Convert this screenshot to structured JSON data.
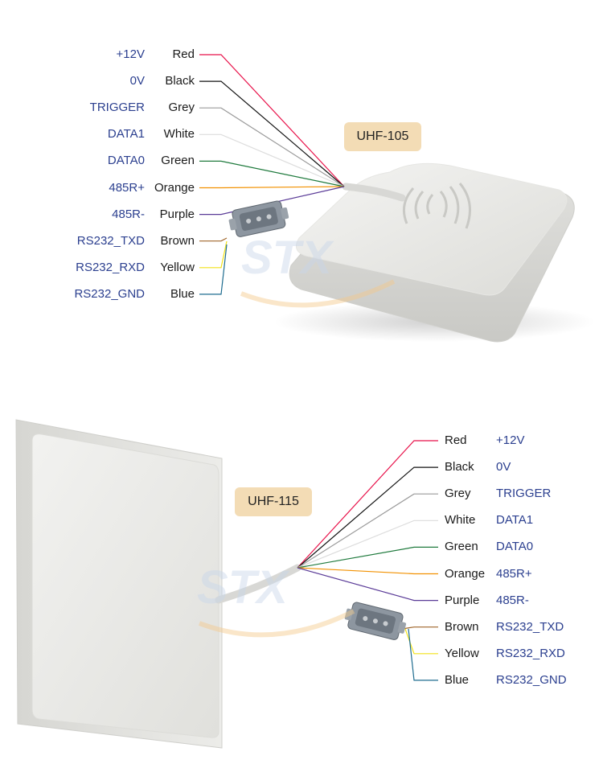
{
  "top": {
    "model": "UHF-105",
    "rows": [
      {
        "signal": "+12V",
        "color": "Red",
        "hex": "#e8124a"
      },
      {
        "signal": "0V",
        "color": "Black",
        "hex": "#111111"
      },
      {
        "signal": "TRIGGER",
        "color": "Grey",
        "hex": "#9a9a9a"
      },
      {
        "signal": "DATA1",
        "color": "White",
        "hex": "#dddddd"
      },
      {
        "signal": "DATA0",
        "color": "Green",
        "hex": "#1f7a3d"
      },
      {
        "signal": "485R+",
        "color": "Orange",
        "hex": "#f29100"
      },
      {
        "signal": "485R-",
        "color": "Purple",
        "hex": "#5b3c98"
      },
      {
        "signal": "RS232_TXD",
        "color": "Brown",
        "hex": "#a0662a"
      },
      {
        "signal": "RS232_RXD",
        "color": "Yellow",
        "hex": "#f2e21a"
      },
      {
        "signal": "RS232_GND",
        "color": "Blue",
        "hex": "#1e6c8f"
      }
    ]
  },
  "bottom": {
    "model": "UHF-115",
    "rows": [
      {
        "signal": "+12V",
        "color": "Red",
        "hex": "#e8124a"
      },
      {
        "signal": "0V",
        "color": "Black",
        "hex": "#111111"
      },
      {
        "signal": "TRIGGER",
        "color": "Grey",
        "hex": "#9a9a9a"
      },
      {
        "signal": "DATA1",
        "color": "White",
        "hex": "#dddddd"
      },
      {
        "signal": "DATA0",
        "color": "Green",
        "hex": "#1f7a3d"
      },
      {
        "signal": "485R+",
        "color": "Orange",
        "hex": "#f29100"
      },
      {
        "signal": "485R-",
        "color": "Purple",
        "hex": "#5b3c98"
      },
      {
        "signal": "RS232_TXD",
        "color": "Brown",
        "hex": "#a0662a"
      },
      {
        "signal": "RS232_RXD",
        "color": "Yellow",
        "hex": "#f2e21a"
      },
      {
        "signal": "RS232_GND",
        "color": "Blue",
        "hex": "#1e6c8f"
      }
    ]
  },
  "watermark_color": "#c8d6ea",
  "watermark_accent": "#f5c98a"
}
